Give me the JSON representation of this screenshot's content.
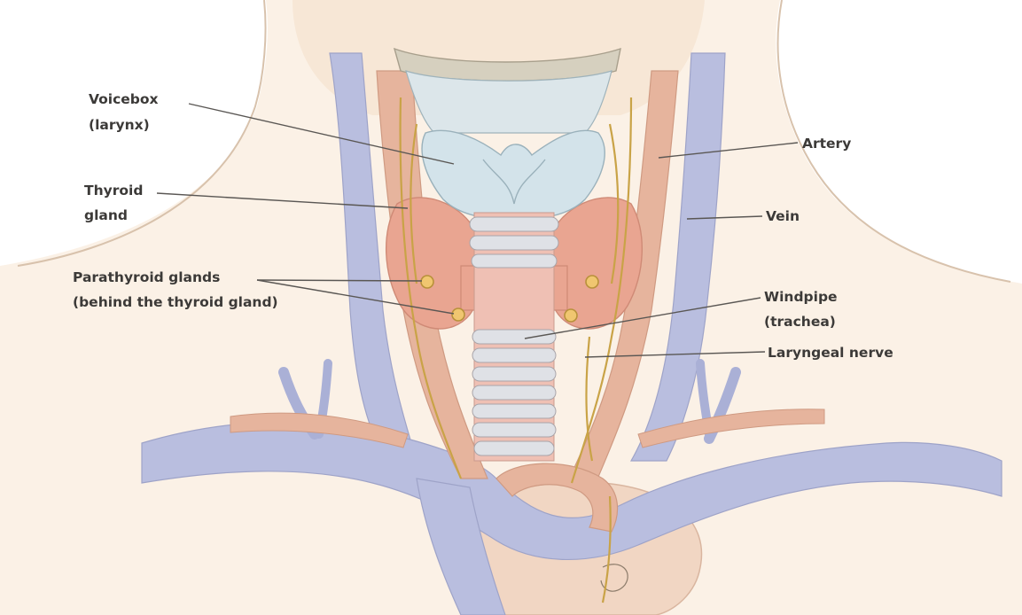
{
  "labels": {
    "voicebox_line1": "Voicebox",
    "voicebox_line2": "(larynx)",
    "thyroid_line1": "Thyroid",
    "thyroid_line2": "gland",
    "parathyroid_line1": "Parathyroid glands",
    "parathyroid_line2": "(behind the thyroid gland)",
    "artery": "Artery",
    "vein": "Vein",
    "windpipe_line1": "Windpipe",
    "windpipe_line2": "(trachea)",
    "laryngeal_nerve": "Laryngeal nerve"
  },
  "colors": {
    "background": "#fbf1e6",
    "skin_outline": "#d8c2ac",
    "vein": "#b9bedf",
    "artery": "#e6b49d",
    "thyroid": "#e9a591",
    "larynx": "#d3e3ea",
    "nerve": "#c9a347",
    "label_text": "#3c3a38"
  }
}
